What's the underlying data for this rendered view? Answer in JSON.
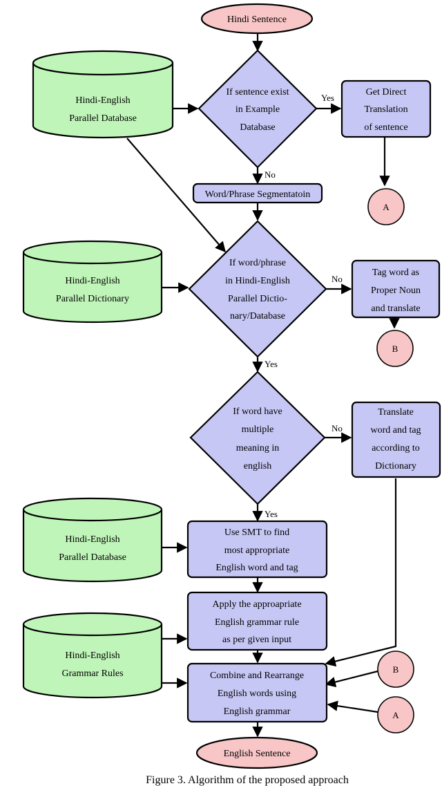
{
  "diagram": {
    "start": "Hindi Sentence",
    "end": "English Sentence",
    "decision_example": [
      "If sentence exist",
      "in Example",
      "Database"
    ],
    "direct_translation": [
      "Get Direct",
      "Translation",
      "of sentence"
    ],
    "segmentation": "Word/Phrase Segmentatoin",
    "decision_dictionary": [
      "If word/phrase",
      "in Hindi-English",
      "Parallel Dictio-",
      "nary/Database"
    ],
    "proper_noun": [
      "Tag word as",
      "Proper Noun",
      "and translate"
    ],
    "decision_multiple": [
      "If word have",
      "multiple",
      "meaning in",
      "english"
    ],
    "translate_tag": [
      "Translate",
      "word and tag",
      "according to",
      "Dictionary"
    ],
    "use_smt": [
      "Use SMT to find",
      "most appropriate",
      "English word and tag"
    ],
    "apply_grammar": [
      "Apply the approapriate",
      "English grammar rule",
      "as per given input"
    ],
    "combine": [
      "Combine and Rearrange",
      "English words using",
      "English grammar"
    ],
    "db_parallel_database_1": [
      "Hindi-English",
      "Parallel Database"
    ],
    "db_parallel_dictionary": [
      "Hindi-English",
      "Parallel Dictionary"
    ],
    "db_parallel_database_2": [
      "Hindi-English",
      "Parallel Database"
    ],
    "db_grammar_rules": [
      "Hindi-English",
      "Grammar Rules"
    ],
    "connector_a": "A",
    "connector_b": "B",
    "edge_yes": "Yes",
    "edge_no": "No",
    "caption": "Figure 3. Algorithm of the proposed approach"
  }
}
